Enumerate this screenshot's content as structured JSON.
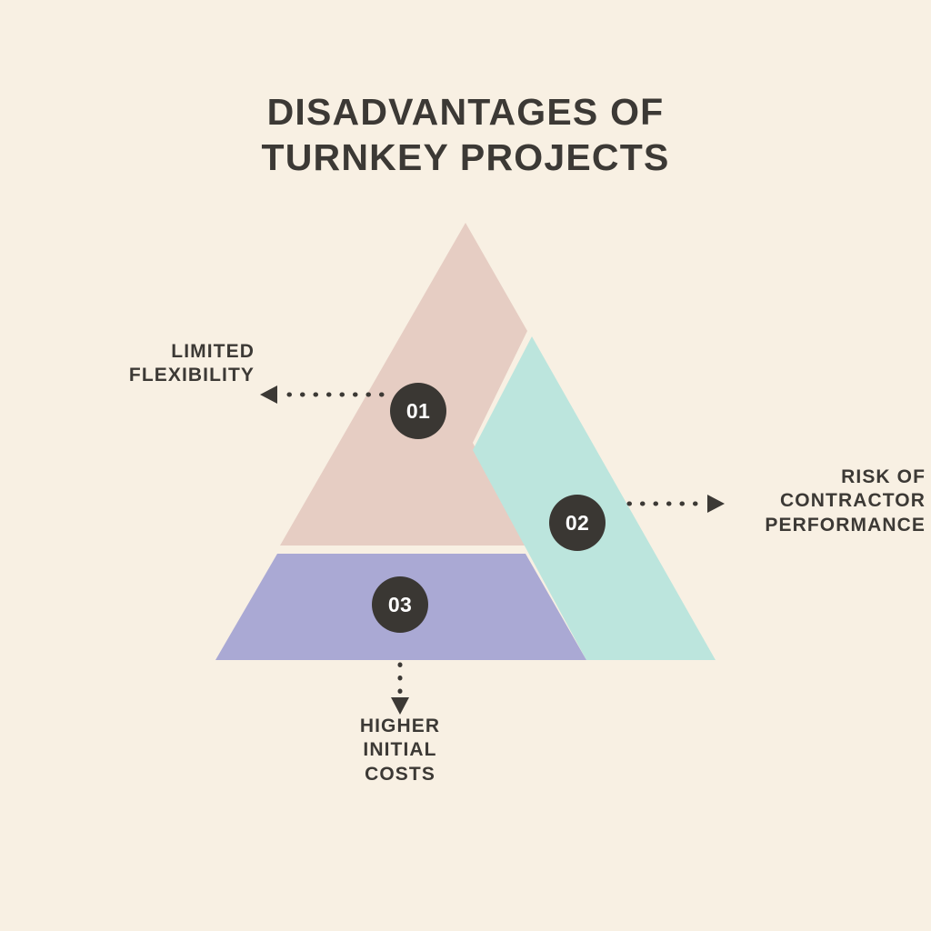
{
  "title": {
    "line1": "DISADVANTAGES OF",
    "line2": "TURNKEY PROJECTS"
  },
  "colors": {
    "background": "#f8f0e3",
    "segment_01": "#e6cdc3",
    "segment_02": "#bce5dd",
    "segment_03": "#aaa9d4",
    "badge": "#3a3733",
    "badge_text": "#ffffff",
    "text": "#3c3935",
    "connector": "#3c3935"
  },
  "items": [
    {
      "number": "01",
      "label_line1": "LIMITED",
      "label_line2": "FLEXIBILITY",
      "segment_name": "top-left-segment",
      "connector_name": "connector-arrow-left",
      "connector_direction": "left"
    },
    {
      "number": "02",
      "label_line1": "RISK OF",
      "label_line2": "CONTRACTOR",
      "label_line3": "PERFORMANCE",
      "segment_name": "right-segment",
      "connector_name": "connector-arrow-right",
      "connector_direction": "right"
    },
    {
      "number": "03",
      "label_line1": "HIGHER",
      "label_line2": "INITIAL",
      "label_line3": "COSTS",
      "segment_name": "bottom-segment",
      "connector_name": "connector-arrow-down",
      "connector_direction": "down"
    }
  ]
}
